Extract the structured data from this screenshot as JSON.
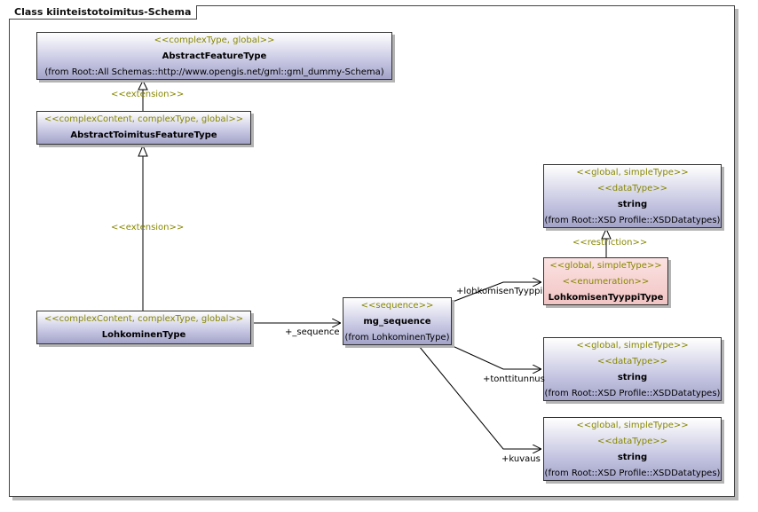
{
  "diagram": {
    "title": "Class kiinteistotoimitus-Schema"
  },
  "classes": {
    "abstract_feature": {
      "stereotype": "<<complexType, global>>",
      "name": "AbstractFeatureType",
      "from": "(from Root::All Schemas::http://www.opengis.net/gml::gml_dummy-Schema)"
    },
    "abstract_toimitus": {
      "stereotype": "<<complexContent, complexType, global>>",
      "name": "AbstractToimitusFeatureType"
    },
    "lohkominen": {
      "stereotype": "<<complexContent, complexType, global>>",
      "name": "LohkominenType"
    },
    "mg_sequence": {
      "stereotype": "<<sequence>>",
      "name": "mg_sequence",
      "from": "(from LohkominenType)"
    },
    "string_top": {
      "stereotype1": "<<global, simpleType>>",
      "stereotype2": "<<dataType>>",
      "name": "string",
      "from": "(from Root::XSD Profile::XSDDatatypes)"
    },
    "tyyppi": {
      "stereotype1": "<<global, simpleType>>",
      "stereotype2": "<<enumeration>>",
      "name": "LohkomisenTyyppiType"
    },
    "string_mid": {
      "stereotype1": "<<global, simpleType>>",
      "stereotype2": "<<dataType>>",
      "name": "string",
      "from": "(from Root::XSD Profile::XSDDatatypes)"
    },
    "string_bot": {
      "stereotype1": "<<global, simpleType>>",
      "stereotype2": "<<dataType>>",
      "name": "string",
      "from": "(from Root::XSD Profile::XSDDatatypes)"
    }
  },
  "labels": {
    "ext1": "<<extension>>",
    "ext2": "<<extension>>",
    "restriction": "<<restriction>>",
    "sequence": "+_sequence",
    "tyyppi": "+lohkomisenTyyppi",
    "tonttitunnus": "+tonttitunnus",
    "kuvaus": "+kuvaus"
  }
}
